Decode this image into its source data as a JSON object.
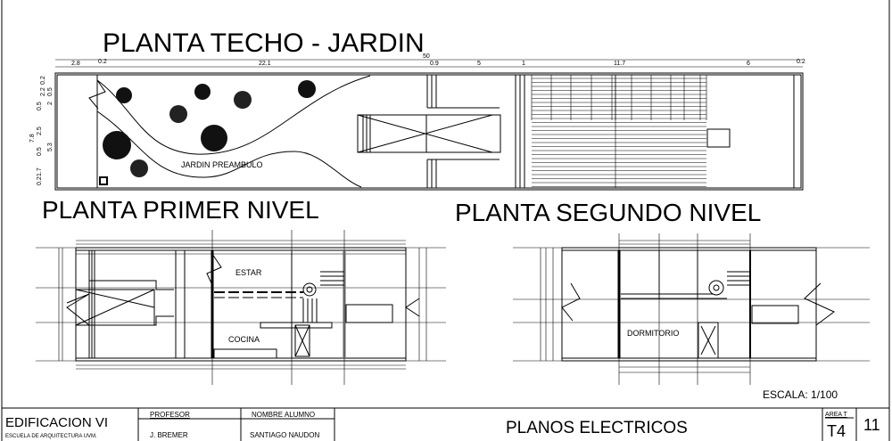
{
  "titles": {
    "roof": "PLANTA TECHO - JARDIN",
    "first": "PLANTA PRIMER NIVEL",
    "second": "PLANTA SEGUNDO NIVEL"
  },
  "roof_plan": {
    "total_dim": "50",
    "top_dims": [
      "2.8",
      "0.2",
      "22.1",
      "0.9",
      "5",
      "1",
      "11.7",
      "6",
      "0.2"
    ],
    "side_dims": [
      "2.2",
      "0.2",
      "0.5",
      "2",
      "0.5",
      "7.8",
      "2.5",
      "0.5",
      "5.3",
      "0.2",
      "1.7"
    ],
    "label": "JARDIN PREAMBULO"
  },
  "first_floor": {
    "rooms": [
      "ESTAR",
      "COCINA"
    ]
  },
  "second_floor": {
    "rooms": [
      "DORMITORIO"
    ]
  },
  "scale": "ESCALA: 1/100",
  "title_block": {
    "course": "EDIFICACION VI",
    "school": "ESCUELA DE ARQUITECTURA UVM.",
    "professor_label": "PROFESOR",
    "professor": "J. BREMER",
    "student_label": "NOMBRE ALUMNO",
    "student": "SANTIAGO NAUDON",
    "sheet_title": "PLANOS ELECTRICOS",
    "area_label": "AREA T",
    "area": "T4",
    "sheet_number": "11"
  }
}
